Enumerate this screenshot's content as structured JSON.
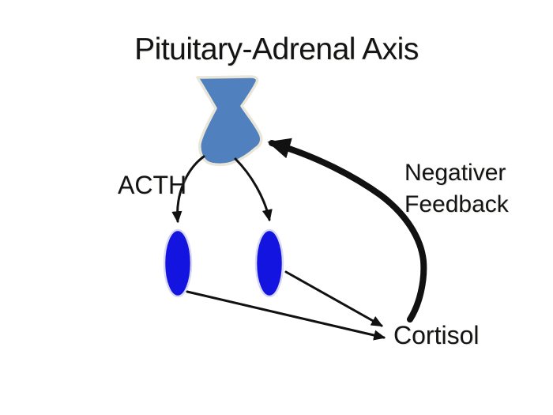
{
  "diagram": {
    "title": "Pituitary-Adrenal Axis",
    "labels": {
      "acth": "ACTH",
      "feedback_line1": "Negativer",
      "feedback_line2": "Feedback",
      "cortisol": "Cortisol"
    },
    "colors": {
      "pituitary_fill": "#5081BE",
      "pituitary_outline": "#E9E5D8",
      "adrenal_fill": "#1414E0",
      "adrenal_outline": "#D8D8F5",
      "arrow": "#111111",
      "text": "#141414",
      "background": "#FFFFFF"
    },
    "nodes": [
      {
        "id": "pituitary",
        "shape": "pituitary-gland",
        "description": "blue gland shape at top center"
      },
      {
        "id": "adrenal-left",
        "shape": "ellipse",
        "description": "left blue adrenal gland"
      },
      {
        "id": "adrenal-right",
        "shape": "ellipse",
        "description": "right blue adrenal gland"
      },
      {
        "id": "cortisol",
        "shape": "text",
        "label": "Cortisol"
      }
    ],
    "edges": [
      {
        "from": "pituitary",
        "to": "adrenal-left",
        "label": "ACTH",
        "style": "thin-curved-arrow"
      },
      {
        "from": "pituitary",
        "to": "adrenal-right",
        "label": "ACTH",
        "style": "thin-curved-arrow"
      },
      {
        "from": "adrenal-left",
        "to": "cortisol",
        "style": "thin-straight-arrow"
      },
      {
        "from": "adrenal-right",
        "to": "cortisol",
        "style": "thin-straight-arrow"
      },
      {
        "from": "cortisol",
        "to": "pituitary",
        "label": "Negativer Feedback",
        "style": "thick-curved-arrow"
      }
    ]
  }
}
